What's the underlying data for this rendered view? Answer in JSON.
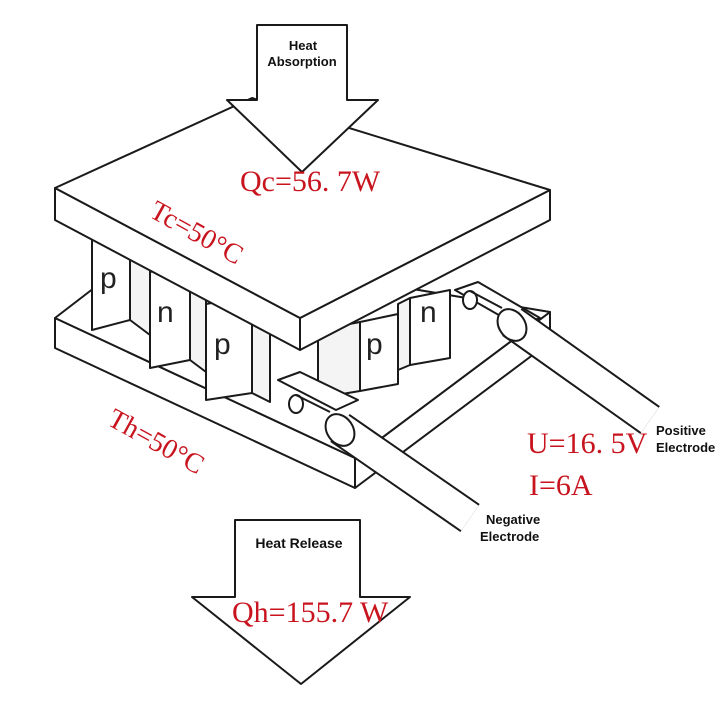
{
  "heat_absorption": {
    "line1": "Heat",
    "line2": "Absorption"
  },
  "heat_release": {
    "label": "Heat Release"
  },
  "qc": "Qc=56. 7W",
  "tc": "Tc=50°C",
  "th": "Th=50°C",
  "qh": "Qh=155.7 W",
  "voltage": "U=16. 5V",
  "current": "I=6A",
  "positive_electrode": {
    "line1": "Positive",
    "line2": "Electrode"
  },
  "negative_electrode": {
    "line1": "Negative",
    "line2": "Electrode"
  },
  "legs": [
    "p",
    "n",
    "p",
    "p",
    "n"
  ],
  "colors": {
    "annotation_red": "#c8141e",
    "outline": "#1a1a1a"
  }
}
